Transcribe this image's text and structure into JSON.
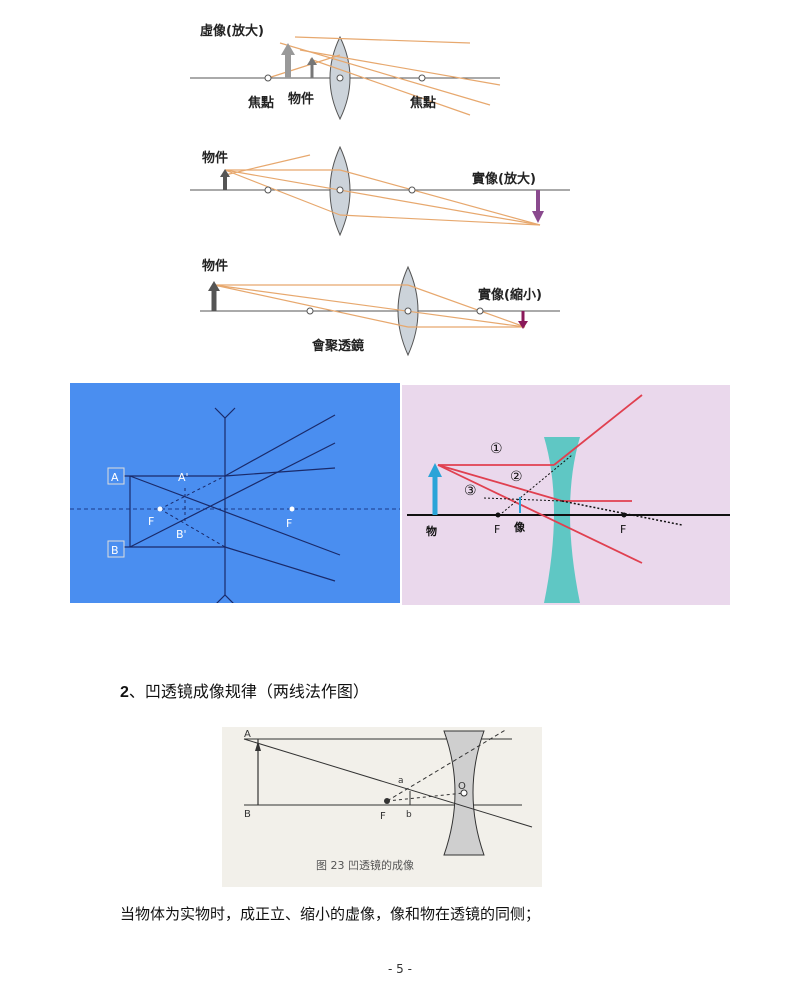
{
  "convex_diagrams": {
    "d1": {
      "virtual_image": "虛像(放大)",
      "focus_left": "焦點",
      "object": "物件",
      "focus_right": "焦點"
    },
    "d2": {
      "object": "物件",
      "real_image": "實像(放大)"
    },
    "d3": {
      "object": "物件",
      "real_image": "實像(縮小)",
      "lens_name": "會聚透鏡"
    }
  },
  "blue_diagram": {
    "label_a": "A",
    "label_b": "B",
    "label_a_prime": "A'",
    "label_b_prime": "B'",
    "focus_left": "F",
    "focus_right": "F"
  },
  "pink_diagram": {
    "ray1": "①",
    "ray2": "②",
    "ray3": "③",
    "object": "物",
    "focus_left": "F",
    "image": "像",
    "focus_right": "F"
  },
  "section": {
    "number": "2",
    "title": "、凹透镜成像规律（两线法作图）"
  },
  "scan_figure": {
    "label_a": "A",
    "label_b": "B",
    "label_f": "F",
    "label_o": "O",
    "label_a_small": "a",
    "label_b_small": "b",
    "caption": "图 23   凹透镜的成像"
  },
  "text": {
    "rule": "当物体为实物时，成正立、缩小的虚像，像和物在透镜的同侧；"
  },
  "page": {
    "number": "- 5 -"
  }
}
